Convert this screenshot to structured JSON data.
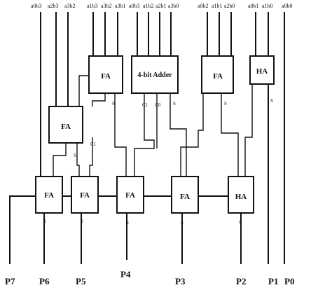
{
  "inputs": [
    "a0b3",
    "a2b3",
    "a3b2",
    "a1b3",
    "a3b2",
    "a3b1",
    "a0b3",
    "a1b2",
    "a2b1",
    "a3b0",
    "a0b2",
    "a1b1",
    "a2b0",
    "a0b1",
    "a1b0",
    "a0b0"
  ],
  "blocks": {
    "fa_top1": "FA",
    "adder4": "4-bit Adder",
    "fa_top2": "FA",
    "ha_top": "HA",
    "fa_mid": "FA",
    "fa_bot1": "FA",
    "fa_bot2": "FA",
    "fa_bot3": "FA",
    "fa_bot4": "FA",
    "ha_bot": "HA"
  },
  "small_labels": {
    "s": "S",
    "c1": "C1",
    "c0": "C0"
  },
  "outputs": [
    "P7",
    "P6",
    "P5",
    "P4",
    "P3",
    "P2",
    "P1",
    "P0"
  ]
}
